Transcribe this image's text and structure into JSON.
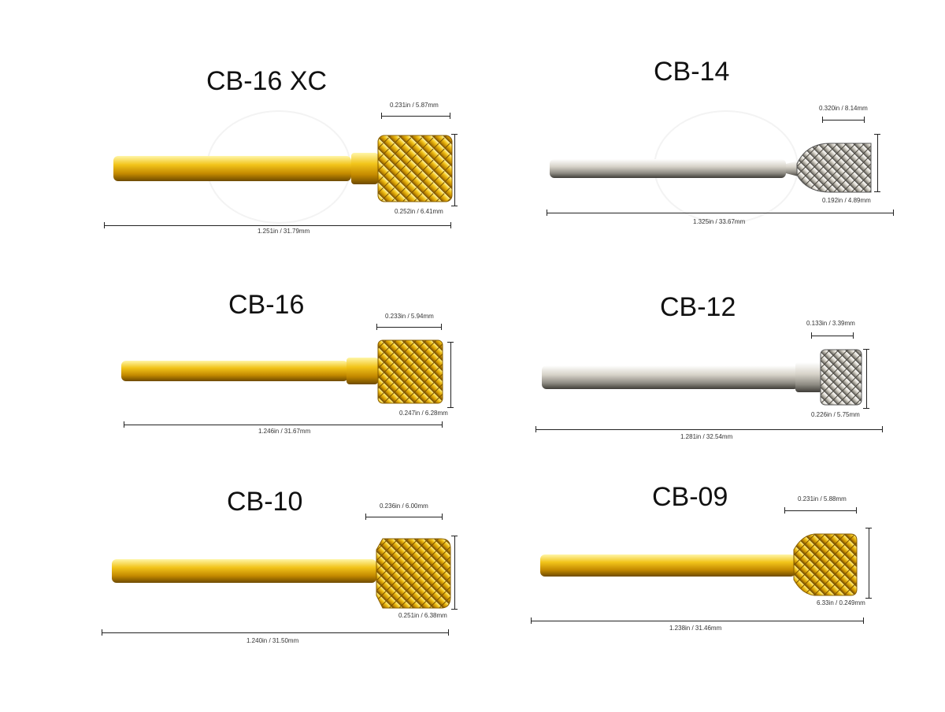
{
  "panels": [
    {
      "title": "CB-16 XC",
      "tip_width": "0.231in / 5.87mm",
      "tip_diameter": "0.252in / 6.41mm",
      "total_length": "1.251in / 31.79mm",
      "finish": "gold"
    },
    {
      "title": "CB-14",
      "tip_width": "0.320in / 8.14mm",
      "tip_diameter": "0.192in / 4.89mm",
      "total_length": "1.325in / 33.67mm",
      "finish": "silver"
    },
    {
      "title": "CB-16",
      "tip_width": "0.233in / 5.94mm",
      "tip_diameter": "0.247in / 6.28mm",
      "total_length": "1.246in / 31.67mm",
      "finish": "gold"
    },
    {
      "title": "CB-12",
      "tip_width": "0.133in / 3.39mm",
      "tip_diameter": "0.226in / 5.75mm",
      "total_length": "1.281in / 32.54mm",
      "finish": "silver"
    },
    {
      "title": "CB-10",
      "tip_width": "0.236in / 6.00mm",
      "tip_diameter": "0.251in / 6.38mm",
      "total_length": "1.240in / 31.50mm",
      "finish": "gold"
    },
    {
      "title": "CB-09",
      "tip_width": "0.231in / 5.88mm",
      "tip_diameter": "6.33in / 0.249mm",
      "total_length": "1.238in / 31.46mm",
      "finish": "gold"
    }
  ]
}
